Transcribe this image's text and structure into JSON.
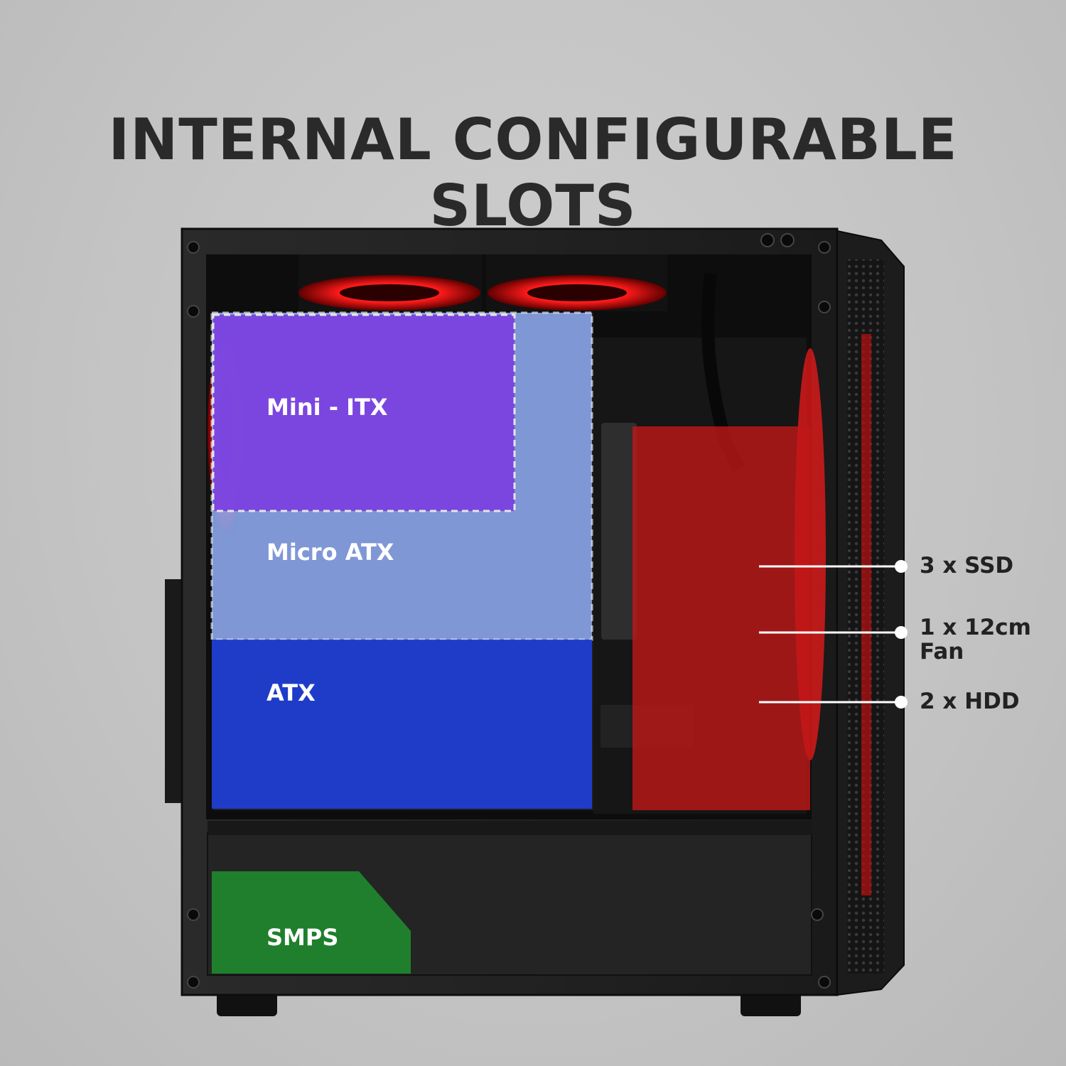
{
  "title": "INTERNAL CONFIGURABLE SLOTS",
  "zones": {
    "mini_itx": "Mini - ITX",
    "micro_atx": "Micro ATX",
    "atx": "ATX",
    "smps": "SMPS"
  },
  "callouts": {
    "ssd": "3 x SSD",
    "fan_line1": "1 x 12cm",
    "fan_line2": "Fan",
    "hdd": "2 x HDD"
  },
  "colors": {
    "background": "#c4c4c4",
    "title": "#2a2a2a",
    "mini_itx": "#7b3fe0",
    "micro_atx": "#8ea8f0",
    "atx": "#1f3fd8",
    "smps": "#1f8a2e",
    "drive_bay": "#c01818",
    "fan_glow": "#ff2020"
  }
}
